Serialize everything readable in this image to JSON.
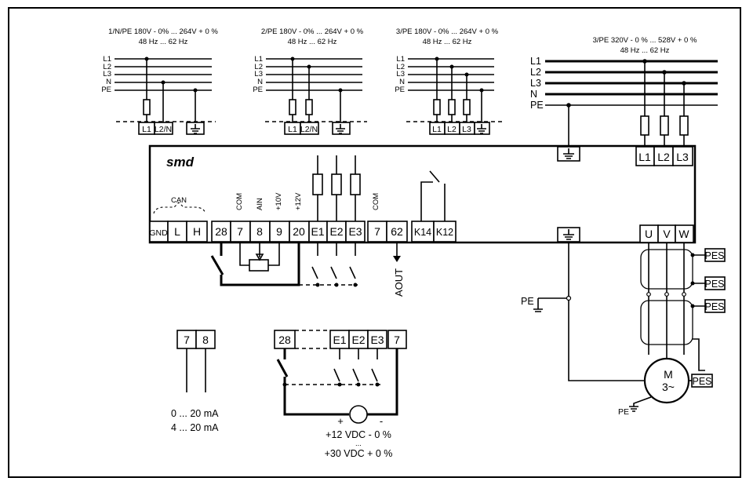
{
  "supplies": [
    {
      "spec": "1/N/PE 180V - 0% ... 264V + 0 %",
      "freq": "48 Hz ... 62 Hz",
      "terminals": [
        "L1",
        "L2/N"
      ]
    },
    {
      "spec": "2/PE 180V - 0% ... 264V + 0 %",
      "freq": "48 Hz ... 62 Hz",
      "terminals": [
        "L1",
        "L2/N"
      ]
    },
    {
      "spec": "3/PE 180V - 0% ... 264V + 0 %",
      "freq": "48 Hz ... 62 Hz",
      "terminals": [
        "L1",
        "L2",
        "L3"
      ]
    },
    {
      "spec": "3/PE  320V - 0 % ... 528V + 0 %",
      "freq": "48 Hz ... 62 Hz",
      "terminals": [
        "L1",
        "L2",
        "L3"
      ]
    }
  ],
  "line_labels": [
    "L1",
    "L2",
    "L3",
    "N",
    "PE"
  ],
  "brand": "smd",
  "can_label": "CAN",
  "control_terminals": [
    "GND",
    "L",
    "H",
    "28",
    "7",
    "8",
    "9",
    "20",
    "E1",
    "E2",
    "E3",
    "7",
    "62",
    "K14",
    "K12"
  ],
  "vertical_labels": [
    "COM",
    "AIN",
    "+10V",
    "+12V",
    "COM"
  ],
  "output_terminals": [
    "U",
    "V",
    "W"
  ],
  "aout_label": "AOUT",
  "pe_label": "PE",
  "pes_label": "PES",
  "motor": {
    "name": "M",
    "phase": "3~"
  },
  "analog_terminals": [
    "7",
    "8"
  ],
  "analog_ranges": [
    "0 ... 20 mA",
    "4 ... 20 mA"
  ],
  "ext_terminals": [
    "28",
    "E1",
    "E2",
    "E3",
    "7"
  ],
  "ext_voltage": {
    "plus": "+",
    "minus": "-",
    "low": "+12 VDC - 0 %",
    "dots": "...",
    "high": "+30 VDC + 0 %"
  }
}
